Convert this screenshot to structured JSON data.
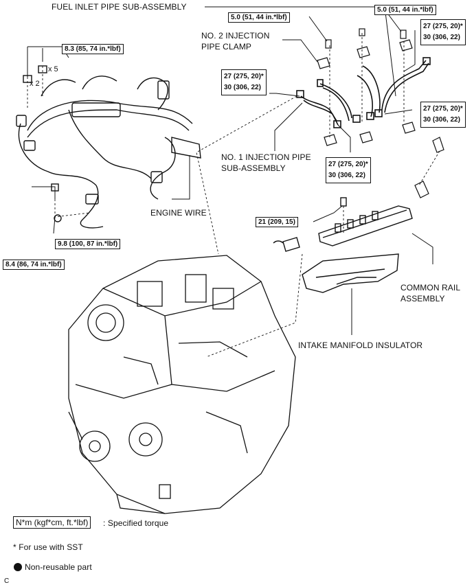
{
  "labels": {
    "fuel_inlet_pipe": "FUEL INLET PIPE SUB-ASSEMBLY",
    "no2_clamp_line1": "NO. 2 INJECTION",
    "no2_clamp_line2": "PIPE CLAMP",
    "no1_pipe_line1": "NO. 1 INJECTION PIPE",
    "no1_pipe_line2": "SUB-ASSEMBLY",
    "engine_wire": "ENGINE WIRE",
    "common_rail_line1": "COMMON RAIL",
    "common_rail_line2": "ASSEMBLY",
    "intake_insulator": "INTAKE MANIFOLD INSULATOR"
  },
  "torques": {
    "t_5_0_left": "5.0 (51, 44 in.*lbf)",
    "t_5_0_right": "5.0 (51, 44 in.*lbf)",
    "t_8_3": "8.3 (85, 74 in.*lbf)",
    "t_8_4": "8.4 (86, 74 in.*lbf)",
    "t_9_8": "9.8 (100, 87 in.*lbf)",
    "t_21": "21 (209, 15)",
    "t_27_a": "27 (275, 20)*",
    "t_30_a": "30 (306, 22)",
    "t_27_b": "27 (275, 20)*",
    "t_30_b": "30 (306, 22)",
    "t_27_c": "27 (275, 20)*",
    "t_30_c": "30 (306, 22)",
    "t_27_d": "27 (275, 20)*",
    "t_30_d": "30 (306, 22)"
  },
  "quantities": {
    "x5": "x 5",
    "x2": "x 2"
  },
  "legend": {
    "torque_unit": "N*m (kgf*cm, ft.*lbf)",
    "torque_desc": ": Specified torque",
    "sst_note": "* For use with SST",
    "nonreusable": "Non-reusable part",
    "corner": "C"
  }
}
